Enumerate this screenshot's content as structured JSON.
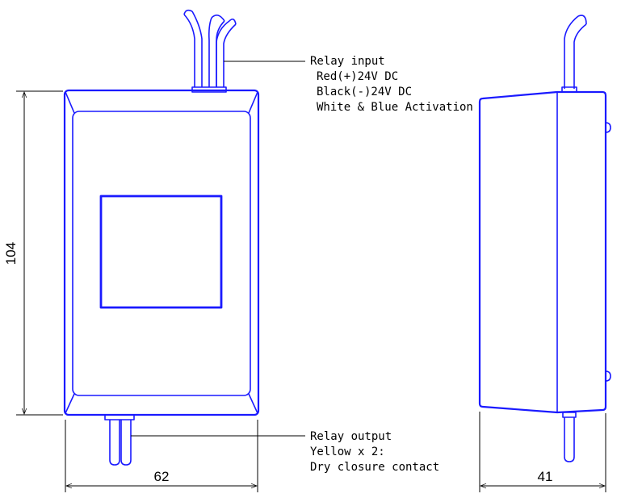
{
  "colors": {
    "outline": "#1a1aff",
    "leader": "#000000",
    "background": "#ffffff"
  },
  "relay_input": {
    "title": "Relay input",
    "lines": [
      "Red(+)24V DC",
      "Black(-)24V DC",
      "White & Blue Activation"
    ]
  },
  "relay_output": {
    "title": "Relay output",
    "lines": [
      "Yellow x 2:",
      "Dry closure contact"
    ]
  },
  "dimensions": {
    "height": "104",
    "width": "62",
    "depth": "41"
  }
}
